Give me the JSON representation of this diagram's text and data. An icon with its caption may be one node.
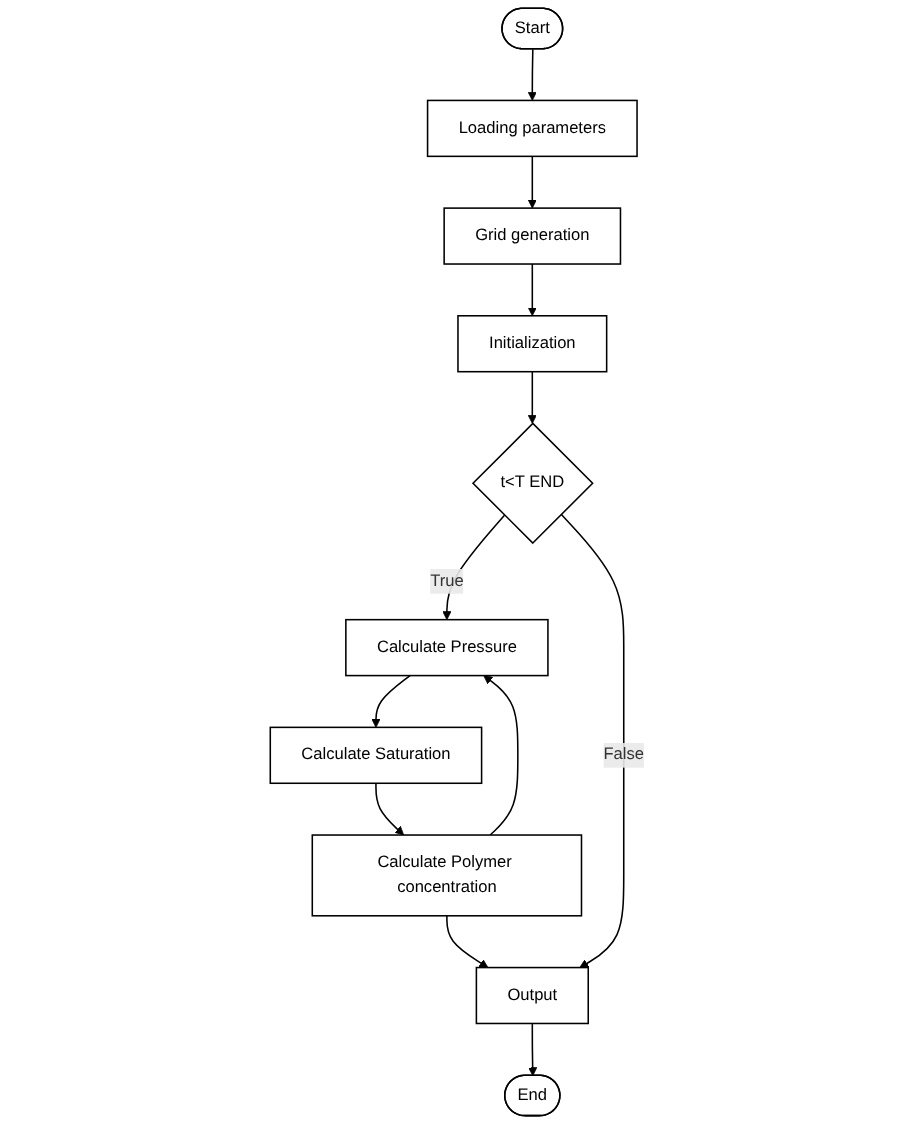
{
  "diagram": {
    "nodes": [
      {
        "text": [
          "Start"
        ]
      },
      {
        "text": [
          "Loading parameters"
        ]
      },
      {
        "text": [
          "Grid generation"
        ]
      },
      {
        "text": [
          "Initialization"
        ]
      },
      {
        "text": [
          "t<T END"
        ]
      },
      {
        "text": [
          "Calculate Pressure"
        ]
      },
      {
        "text": [
          "Calculate Saturation"
        ]
      },
      {
        "text": [
          "Calculate Polymer concentration"
        ]
      },
      {
        "text": [
          "Output"
        ]
      },
      {
        "text": [
          "End"
        ]
      }
    ],
    "edges": [
      {
        "from": 0,
        "to": 1,
        "arrow": "to"
      },
      {
        "from": 1,
        "to": 2,
        "arrow": "to"
      },
      {
        "from": 2,
        "to": 3,
        "arrow": "to"
      },
      {
        "from": 3,
        "to": 4,
        "arrow": "to"
      },
      {
        "from": 4,
        "to": 5,
        "arrow": "to",
        "label": "True"
      },
      {
        "from": 5,
        "to": 6,
        "arrow": "to"
      },
      {
        "from": 6,
        "to": 7,
        "arrow": "to"
      },
      {
        "from": 7,
        "to": 5,
        "arrow": "to"
      },
      {
        "from": 7,
        "to": 8,
        "arrow": "to"
      },
      {
        "from": 4,
        "to": 8,
        "arrow": "to",
        "label": "False"
      },
      {
        "from": 8,
        "to": 9,
        "arrow": "to"
      }
    ]
  }
}
